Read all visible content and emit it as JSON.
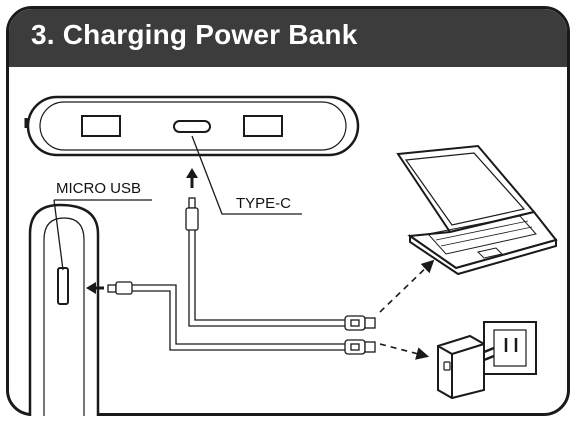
{
  "header": {
    "title": "3. Charging Power Bank"
  },
  "labels": {
    "micro_usb": "MICRO USB",
    "type_c": "TYPE-C"
  },
  "icons": {
    "power_bank": "power-bank-icon",
    "laptop": "laptop-icon",
    "wall_adapter": "wall-adapter-icon",
    "wall_outlet": "wall-outlet-icon"
  },
  "colors": {
    "header_bg": "#3c3c3c",
    "header_text": "#ffffff",
    "line": "#1a1a1a"
  }
}
